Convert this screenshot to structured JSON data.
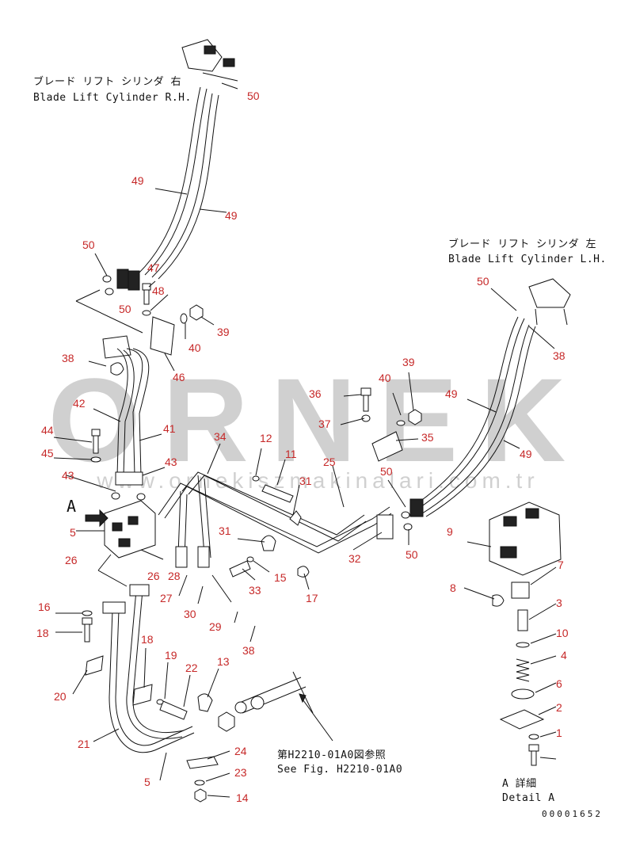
{
  "captions": {
    "rh_jp": "ブレード リフト シリンダ 右",
    "rh_en": "Blade Lift Cylinder R.H.",
    "lh_jp": "ブレード リフト シリンダ 左",
    "lh_en": "Blade Lift Cylinder L.H.",
    "see_jp": "第H2210-01A0図参照",
    "see_en": "See Fig. H2210-01A0",
    "detail_jp": "A 詳細",
    "detail_en": "Detail A",
    "view_letter": "A",
    "drawing_no": "00001652"
  },
  "watermark": {
    "brand": "ORNEK",
    "url": "www.ornekiszmakinalari.com.tr"
  },
  "callouts": [
    "50",
    "49",
    "49",
    "50",
    "50",
    "47",
    "48",
    "39",
    "40",
    "46",
    "38",
    "42",
    "41",
    "44",
    "45",
    "43",
    "43",
    "5",
    "34",
    "12",
    "11",
    "31",
    "31",
    "25",
    "36",
    "37",
    "40",
    "39",
    "35",
    "50",
    "50",
    "49",
    "49",
    "50",
    "38",
    "32",
    "33",
    "15",
    "26",
    "26",
    "28",
    "27",
    "30",
    "29",
    "38",
    "17",
    "16",
    "18",
    "18",
    "20",
    "19",
    "22",
    "13",
    "21",
    "24",
    "23",
    "14",
    "5",
    "9",
    "7",
    "8",
    "3",
    "10",
    "4",
    "6",
    "2",
    "1"
  ],
  "colors": {
    "callout": "#c62828",
    "line": "#111111",
    "watermark": "#9e9e9e"
  }
}
